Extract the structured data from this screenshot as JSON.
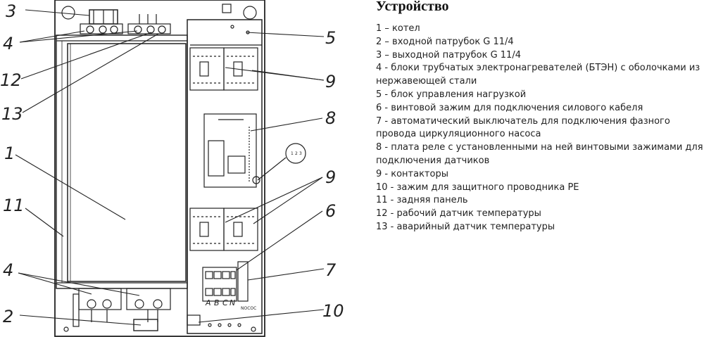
{
  "legend": {
    "title": "Устройство",
    "items": [
      "1 – котел",
      "2 – входной патрубок G 11/4",
      "3 – выходной патрубок G 11/4",
      "4 - блоки трубчатых электронагревателей (БТЭН) с оболочками из нержавеющей стали",
      "5 - блок управления нагрузкой",
      "6 - винтовой зажим для подключения силового кабеля",
      "7 - автоматический выключатель для подключения фазного провода циркуляционного насоса",
      "8 - плата реле с установленными на ней винтовыми зажимами для подключения датчиков",
      "9 - контакторы",
      "10 - зажим для защитного проводника PE",
      "11 - задняя панель",
      "12 - рабочий датчик температуры",
      "13 - аварийный датчик температуры"
    ]
  },
  "diagram": {
    "callouts": [
      "3",
      "4",
      "12",
      "13",
      "1",
      "11",
      "4",
      "2",
      "5",
      "9",
      "8",
      "9",
      "6",
      "7",
      "10"
    ],
    "phase_labels": [
      "A",
      "B",
      "C",
      "N"
    ],
    "terminal_mark": "NOCOC",
    "sensor_digits": [
      "1",
      "2",
      "3"
    ]
  }
}
